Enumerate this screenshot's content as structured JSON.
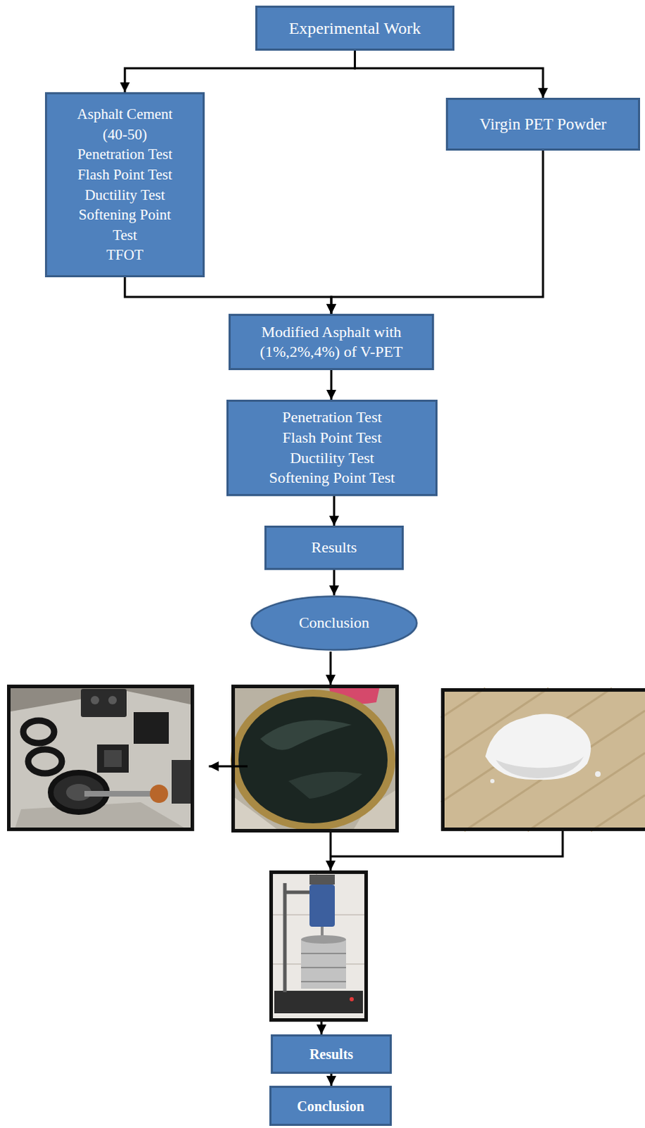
{
  "diagram": {
    "nodes": [
      {
        "text": [
          "Experimental Work"
        ]
      },
      {
        "text": [
          "Asphalt Cement (40-50)",
          "Penetration Test",
          "Flash Point Test",
          "Ductility Test",
          "Softening Point Test",
          "TFOT"
        ]
      },
      {
        "text": [
          "Virgin PET Powder"
        ]
      },
      {
        "text": [
          "Modified Asphalt with (1%,2%,4%) of V-PET"
        ]
      },
      {
        "text": [
          "Penetration Test",
          "Flash Point Test",
          "Ductility Test",
          "Softening Point Test"
        ]
      },
      {
        "text": [
          "Results"
        ]
      },
      {
        "text": [
          "Conclusion"
        ]
      },
      {
        "text": [
          "Results"
        ]
      },
      {
        "text": [
          "Conclusion"
        ]
      }
    ],
    "edges": [
      {
        "from": 0,
        "to": 1,
        "arrow": "to"
      },
      {
        "from": 0,
        "to": 2,
        "arrow": "to"
      },
      {
        "from": 1,
        "to": 3,
        "arrow": "to"
      },
      {
        "from": 2,
        "to": 3,
        "arrow": "to"
      },
      {
        "from": 3,
        "to": 4,
        "arrow": "to"
      },
      {
        "from": 4,
        "to": 5,
        "arrow": "to"
      },
      {
        "from": 5,
        "to": 6,
        "arrow": "to"
      },
      {
        "from": 7,
        "to": 8,
        "arrow": "to"
      }
    ]
  }
}
